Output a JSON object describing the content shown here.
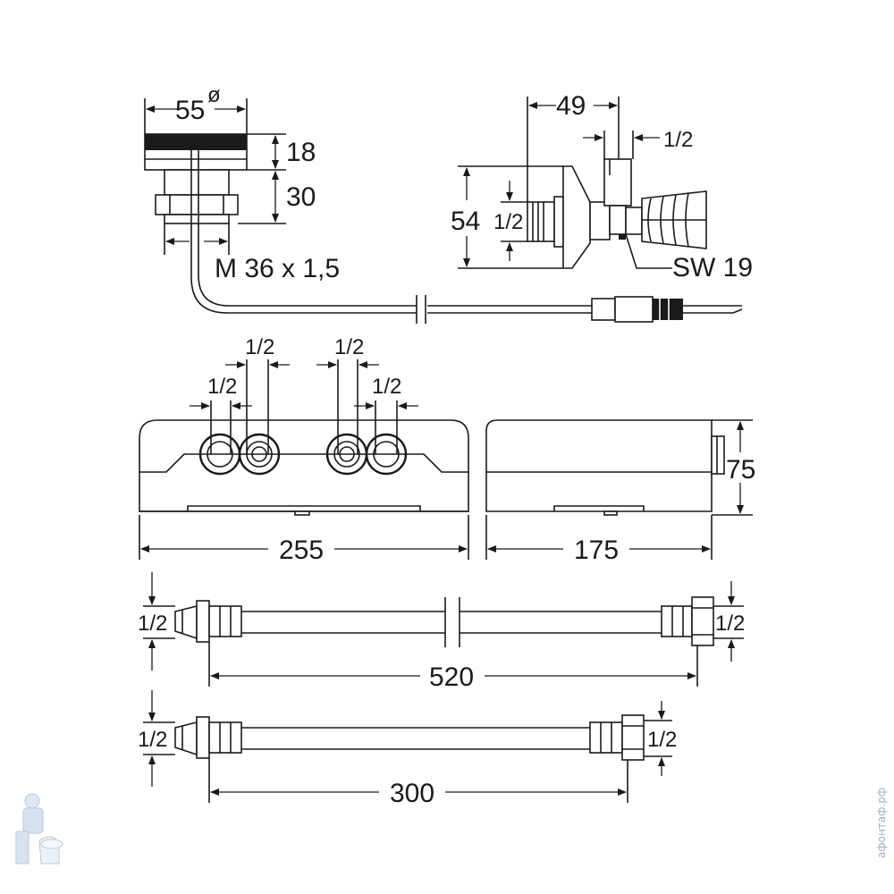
{
  "top_sensor": {
    "diameter": "55",
    "diameter_symbol": "ø",
    "height_cap": "18",
    "height_body": "30",
    "thread": "M 36 x 1,5"
  },
  "valve": {
    "width": "49",
    "outlet": "1/2",
    "height": "54",
    "inlet": "1/2",
    "wrench": "SW 19"
  },
  "control_box": {
    "left_top_pair": "1/2",
    "left_bottom_pair": "1/2",
    "right_top_pair": "1/2",
    "right_bottom_pair": "1/2",
    "front_width": "255",
    "side_width": "175",
    "height": "75"
  },
  "hose_long": {
    "left_thread": "1/2",
    "right_thread": "1/2",
    "length": "520"
  },
  "hose_short": {
    "left_thread": "1/2",
    "right_thread": "1/2",
    "length": "300"
  },
  "watermark": {
    "text": "афонтаф.рф",
    "logo_icon": "plumber-mascot-icon"
  },
  "colors": {
    "line": "#1a1a1a",
    "background": "#ffffff",
    "watermark": "#9bb0c8"
  }
}
